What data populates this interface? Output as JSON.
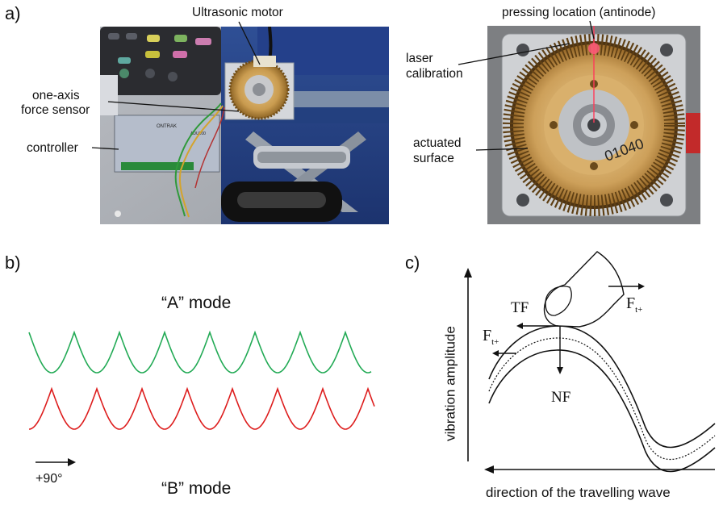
{
  "panels": {
    "a": "a)",
    "b": "b)",
    "c": "c)"
  },
  "photo_a": {
    "labels": {
      "ultrasonic_motor": "Ultrasonic motor",
      "force_sensor_1": "one-axis",
      "force_sensor_2": "force sensor",
      "controller": "controller"
    },
    "device_text": {
      "brand": "ONTRAK",
      "model": "ADU100"
    }
  },
  "photo_b": {
    "labels": {
      "pressing_location": "pressing location (antinode)",
      "laser_1": "laser",
      "laser_2": "calibration",
      "actuated_1": "actuated",
      "actuated_2": "surface"
    },
    "marking": "01040"
  },
  "panel_b": {
    "mode_a": "“A” mode",
    "mode_b": "“B” mode",
    "phase": "+90°",
    "colors": {
      "mode_a": "#22aa55",
      "mode_b": "#dd1c1c"
    }
  },
  "panel_c": {
    "y_axis": "vibration amplitude",
    "x_axis": "direction of the travelling wave",
    "tf": "TF",
    "nf": "NF",
    "ft_main": "F",
    "ft_sub": "t+"
  }
}
